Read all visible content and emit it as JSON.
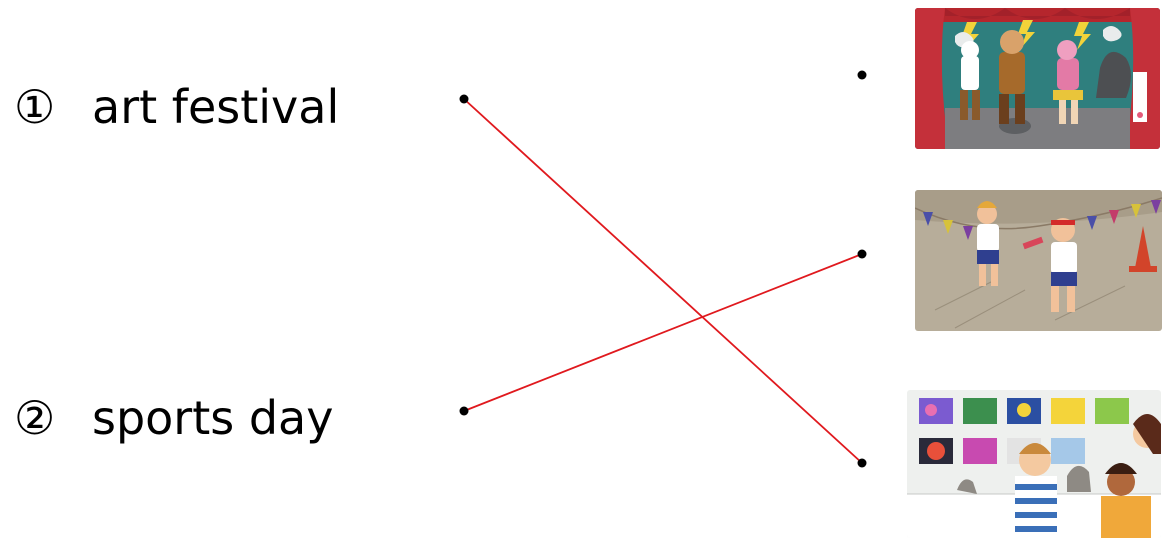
{
  "items": [
    {
      "number": "①",
      "label": "art festival"
    },
    {
      "number": "②",
      "label": "sports day"
    }
  ],
  "pictures": [
    {
      "icon": "stage-play-illustration"
    },
    {
      "icon": "relay-race-illustration"
    },
    {
      "icon": "art-exhibition-illustration"
    }
  ],
  "connections": [
    {
      "from": "art festival",
      "to_picture": 3
    },
    {
      "from": "sports day",
      "to_picture": 2
    }
  ],
  "colors": {
    "line": "#e0191e",
    "dot": "#000000",
    "text": "#000000"
  }
}
